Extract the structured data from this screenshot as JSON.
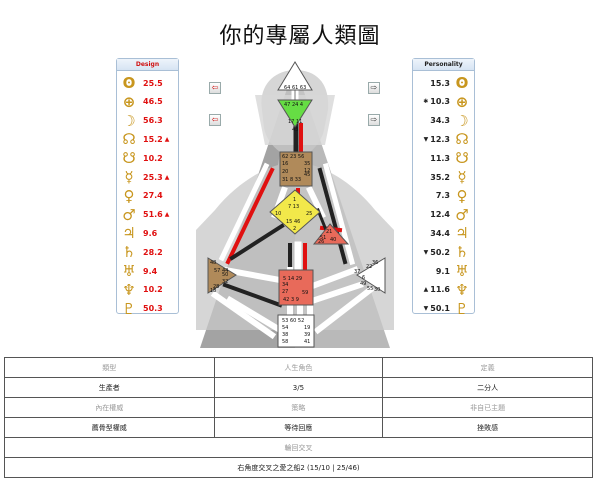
{
  "title": "你的專屬人類圖",
  "design": {
    "label": "Design",
    "rows": [
      {
        "icon": "sun-icon",
        "glyph": "ʘ",
        "value": "25.5",
        "mark": ""
      },
      {
        "icon": "earth-icon",
        "glyph": "⊕",
        "value": "46.5",
        "mark": ""
      },
      {
        "icon": "moon-icon",
        "glyph": "☽",
        "value": "56.3",
        "mark": ""
      },
      {
        "icon": "north-node-icon",
        "glyph": "☊",
        "value": "15.2",
        "mark": "▲"
      },
      {
        "icon": "south-node-icon",
        "glyph": "☋",
        "value": "10.2",
        "mark": ""
      },
      {
        "icon": "mercury-icon",
        "glyph": "☿",
        "value": "25.3",
        "mark": "▲"
      },
      {
        "icon": "venus-icon",
        "glyph": "♀",
        "value": "27.4",
        "mark": ""
      },
      {
        "icon": "mars-icon",
        "glyph": "♂",
        "value": "51.6",
        "mark": "▲"
      },
      {
        "icon": "jupiter-icon",
        "glyph": "♃",
        "value": "9.6",
        "mark": ""
      },
      {
        "icon": "saturn-icon",
        "glyph": "♄",
        "value": "28.2",
        "mark": ""
      },
      {
        "icon": "uranus-icon",
        "glyph": "♅",
        "value": "9.4",
        "mark": ""
      },
      {
        "icon": "neptune-icon",
        "glyph": "♆",
        "value": "10.2",
        "mark": ""
      },
      {
        "icon": "pluto-icon",
        "glyph": "♇",
        "value": "50.3",
        "mark": ""
      }
    ]
  },
  "personality": {
    "label": "Personality",
    "rows": [
      {
        "icon": "sun-icon",
        "glyph": "ʘ",
        "value": "15.3",
        "mark": ""
      },
      {
        "icon": "earth-icon",
        "glyph": "⊕",
        "value": "10.3",
        "mark": "✱"
      },
      {
        "icon": "moon-icon",
        "glyph": "☽",
        "value": "34.3",
        "mark": ""
      },
      {
        "icon": "north-node-icon",
        "glyph": "☊",
        "value": "12.3",
        "mark": "▼"
      },
      {
        "icon": "south-node-icon",
        "glyph": "☋",
        "value": "11.3",
        "mark": ""
      },
      {
        "icon": "mercury-icon",
        "glyph": "☿",
        "value": "35.2",
        "mark": ""
      },
      {
        "icon": "venus-icon",
        "glyph": "♀",
        "value": "7.3",
        "mark": ""
      },
      {
        "icon": "mars-icon",
        "glyph": "♂",
        "value": "12.4",
        "mark": ""
      },
      {
        "icon": "jupiter-icon",
        "glyph": "♃",
        "value": "34.4",
        "mark": ""
      },
      {
        "icon": "saturn-icon",
        "glyph": "♄",
        "value": "50.2",
        "mark": "▼"
      },
      {
        "icon": "uranus-icon",
        "glyph": "♅",
        "value": "9.1",
        "mark": ""
      },
      {
        "icon": "neptune-icon",
        "glyph": "♆",
        "value": "11.6",
        "mark": "▲"
      },
      {
        "icon": "pluto-icon",
        "glyph": "♇",
        "value": "50.1",
        "mark": "▼"
      }
    ]
  },
  "bodygraph": {
    "head_gates": "64 61 63",
    "ajna_gates_top": "47 24 4",
    "ajna_gates_bottom": "17 11",
    "ajna_gate_43": "43",
    "throat_gates_a": "62 23 56",
    "throat_gates_b": "16",
    "throat_gates_c": "20",
    "throat_gates_d": "31 8 33",
    "throat_gates_e": "35",
    "throat_gates_f": "12",
    "throat_gates_g": "45",
    "g_gates_top": "1",
    "g_gates_mid": "7 13",
    "g_gates_25": "25",
    "g_gates_10": "10",
    "g_gates_15": "15 46",
    "g_gates_2": "2",
    "ego_gates_a": "21",
    "ego_gates_b": "51",
    "ego_gates_c": "26",
    "ego_gates_d": "40",
    "spleen_gates_a": "48",
    "spleen_gates_b": "57 44",
    "spleen_gates_c": "50",
    "spleen_gates_d": "32",
    "spleen_gates_e": "28",
    "spleen_gates_f": "18",
    "sacral_gates_top": "5 14 29",
    "sacral_gates_mid": "34",
    "sacral_gates_27": "27",
    "sacral_gates_59": "59",
    "sacral_gates_bottom": "42 3 9",
    "solar_gates_a": "36",
    "solar_gates_b": "22",
    "solar_gates_c": "37",
    "solar_gates_d": "6",
    "solar_gates_e": "49",
    "solar_gates_f": "55",
    "solar_gates_g": "30",
    "root_gates_top": "53 60 52",
    "root_gates_a": "54",
    "root_gates_b": "38",
    "root_gates_c": "58",
    "root_gates_d": "19",
    "root_gates_e": "39",
    "root_gates_f": "41"
  },
  "colors": {
    "design_red": "#e01010",
    "gold": "#c8961e",
    "head": "#ffffff",
    "ajna": "#66dd44",
    "throat": "#b08a5a",
    "g_center": "#f2e84a",
    "ego": "#e86a5a",
    "spleen": "#b08a5a",
    "sacral": "#e86a5a"
  },
  "table": {
    "type_label": "類型",
    "profile_label": "人生角色",
    "definition_label": "定義",
    "type_value": "生產者",
    "profile_value": "3/5",
    "definition_value": "二分人",
    "authority_label": "內在權威",
    "strategy_label": "策略",
    "notself_label": "非自已主題",
    "authority_value": "薦骨型權威",
    "strategy_value": "等待回應",
    "notself_value": "挫敗感",
    "cross_label": "輪回交叉",
    "cross_value": "右角度交叉之愛之船2 (15/10 | 25/46)"
  }
}
